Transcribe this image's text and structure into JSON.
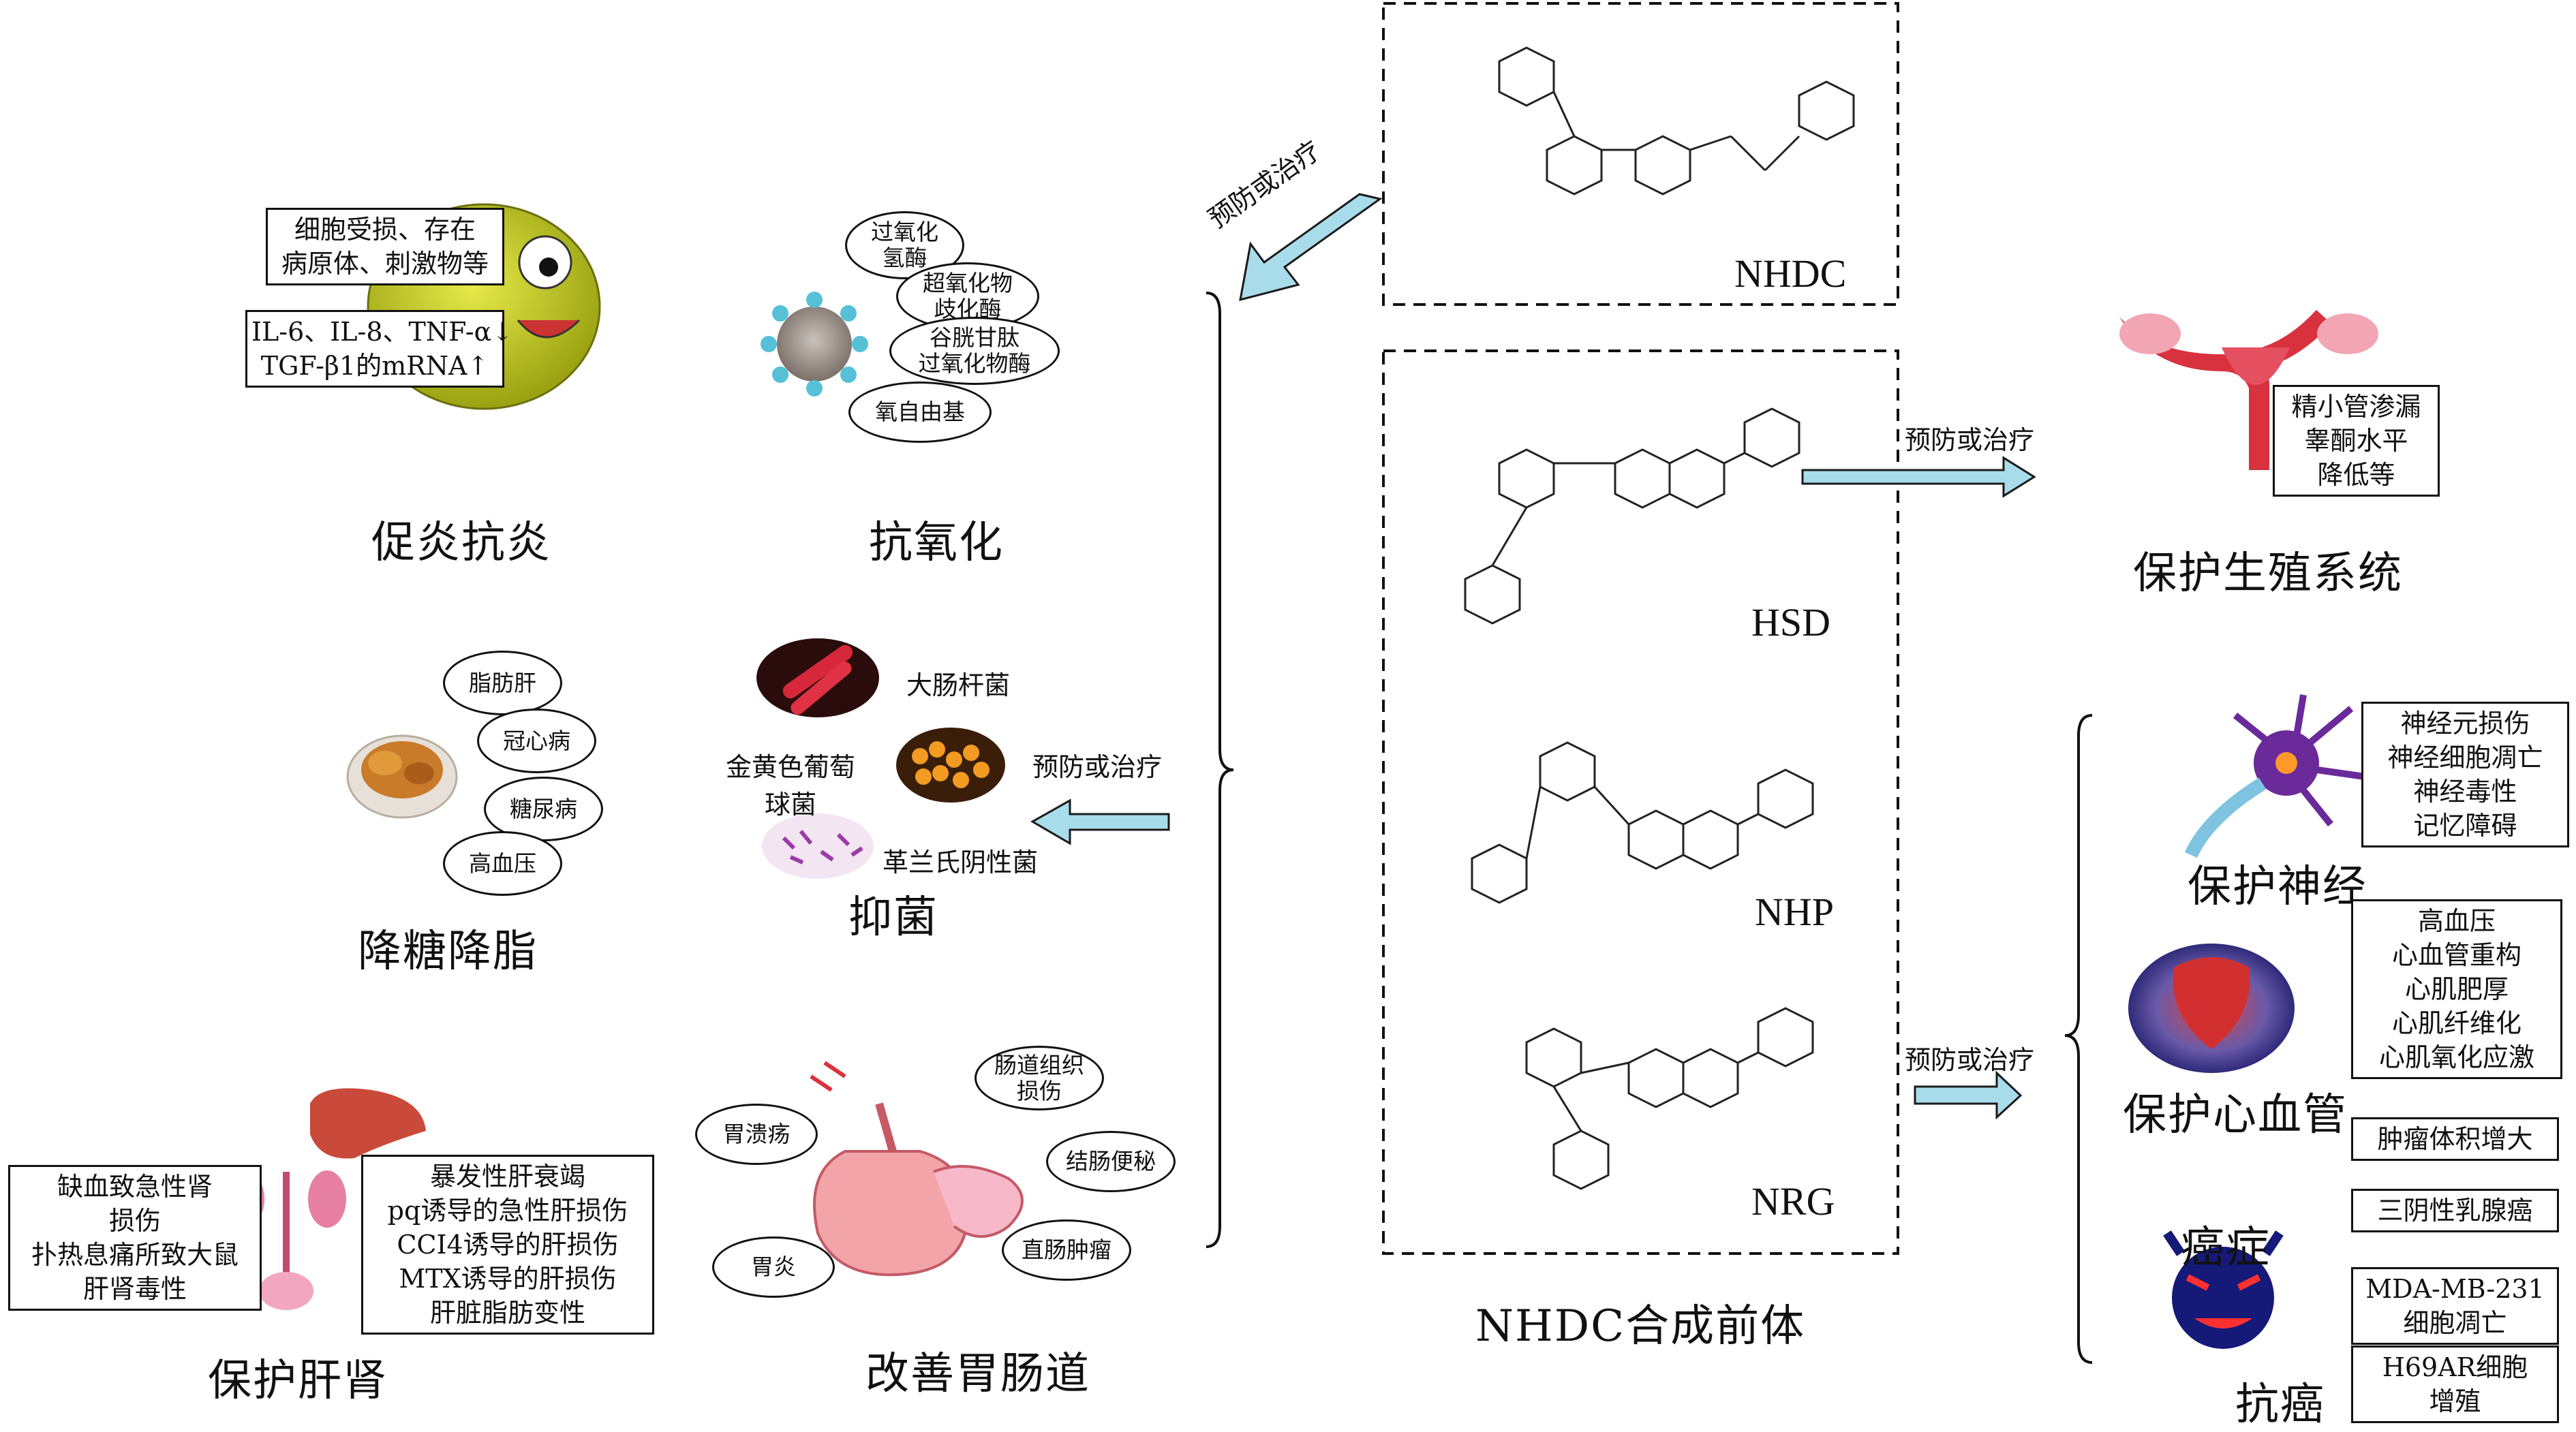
{
  "center": {
    "precursor_label": "NHDC合成前体",
    "compounds": [
      "NHDC",
      "HSD",
      "NHP",
      "NRG"
    ]
  },
  "arrows": {
    "treat": "预防或治疗"
  },
  "inflammation": {
    "title": "促炎抗炎",
    "box1": [
      "细胞受损、存在",
      "病原体、刺激物等"
    ],
    "box2": [
      "IL-6、IL-8、TNF-α↓",
      "TGF-β1的mRNA↑"
    ]
  },
  "antioxidant": {
    "title": "抗氧化",
    "ovals": [
      [
        "过氧化",
        "氢酶"
      ],
      [
        "超氧化物",
        "歧化酶"
      ],
      [
        "谷胱甘肽",
        "过氧化物酶"
      ],
      [
        "氧自由基"
      ]
    ]
  },
  "lipid": {
    "title": "降糖降脂",
    "ovals": [
      "脂肪肝",
      "冠心病",
      "糖尿病",
      "高血压"
    ]
  },
  "antibacterial": {
    "title": "抑菌",
    "ecoli": "大肠杆菌",
    "staph": [
      "金黄色葡萄",
      "球菌"
    ],
    "gramneg": "革兰氏阴性菌",
    "treat": "预防或治疗"
  },
  "liver": {
    "title": "保护肝肾",
    "left_box": [
      "缺血致急性肾",
      "损伤",
      "扑热息痛所致大鼠",
      "肝肾毒性"
    ],
    "right_box": [
      "暴发性肝衰竭",
      "pq诱导的急性肝损伤",
      "CCI4诱导的肝损伤",
      "MTX诱导的肝损伤",
      "肝脏脂肪变性"
    ]
  },
  "gut": {
    "title": "改善胃肠道",
    "ovals": [
      [
        "胃溃疡"
      ],
      [
        "肠道组织",
        "损伤"
      ],
      [
        "结肠便秘"
      ],
      [
        "胃炎"
      ],
      [
        "直肠肿瘤"
      ]
    ]
  },
  "reproductive": {
    "title": "保护生殖系统",
    "box": [
      "精小管渗漏",
      "睾酮水平",
      "降低等"
    ]
  },
  "neuro": {
    "title": "保护神经",
    "box": [
      "神经元损伤",
      "神经细胞凋亡",
      "神经毒性",
      "记忆障碍"
    ]
  },
  "cardio": {
    "title": "保护心血管",
    "box": [
      "高血压",
      "心血管重构",
      "心肌肥厚",
      "心肌纤维化",
      "心肌氧化应激"
    ]
  },
  "cancer": {
    "title_top": "癌症",
    "title_bottom": "抗癌",
    "boxes": [
      [
        "肿瘤体积增大"
      ],
      [
        "三阴性乳腺癌"
      ],
      [
        "MDA-MB-231",
        "细胞凋亡"
      ],
      [
        "H69AR细胞",
        "增殖"
      ]
    ]
  },
  "colors": {
    "arrow_fill": "#a9dcea",
    "arrow_stroke": "#1a1a1a"
  }
}
